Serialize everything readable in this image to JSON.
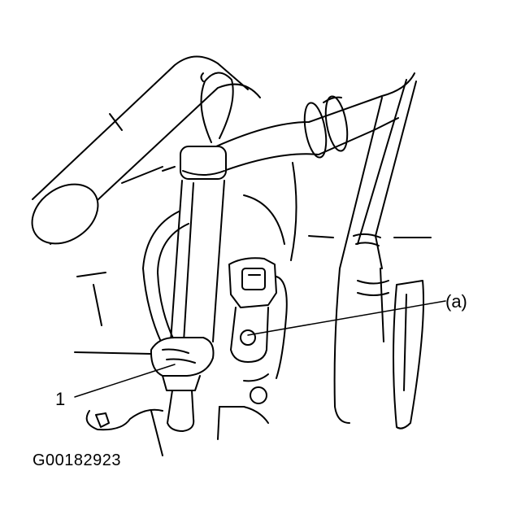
{
  "callouts": {
    "part_1": "1",
    "part_a": "(a)"
  },
  "figure_id": "G00182923",
  "colors": {
    "ink": "#000000",
    "paper": "#ffffff"
  }
}
